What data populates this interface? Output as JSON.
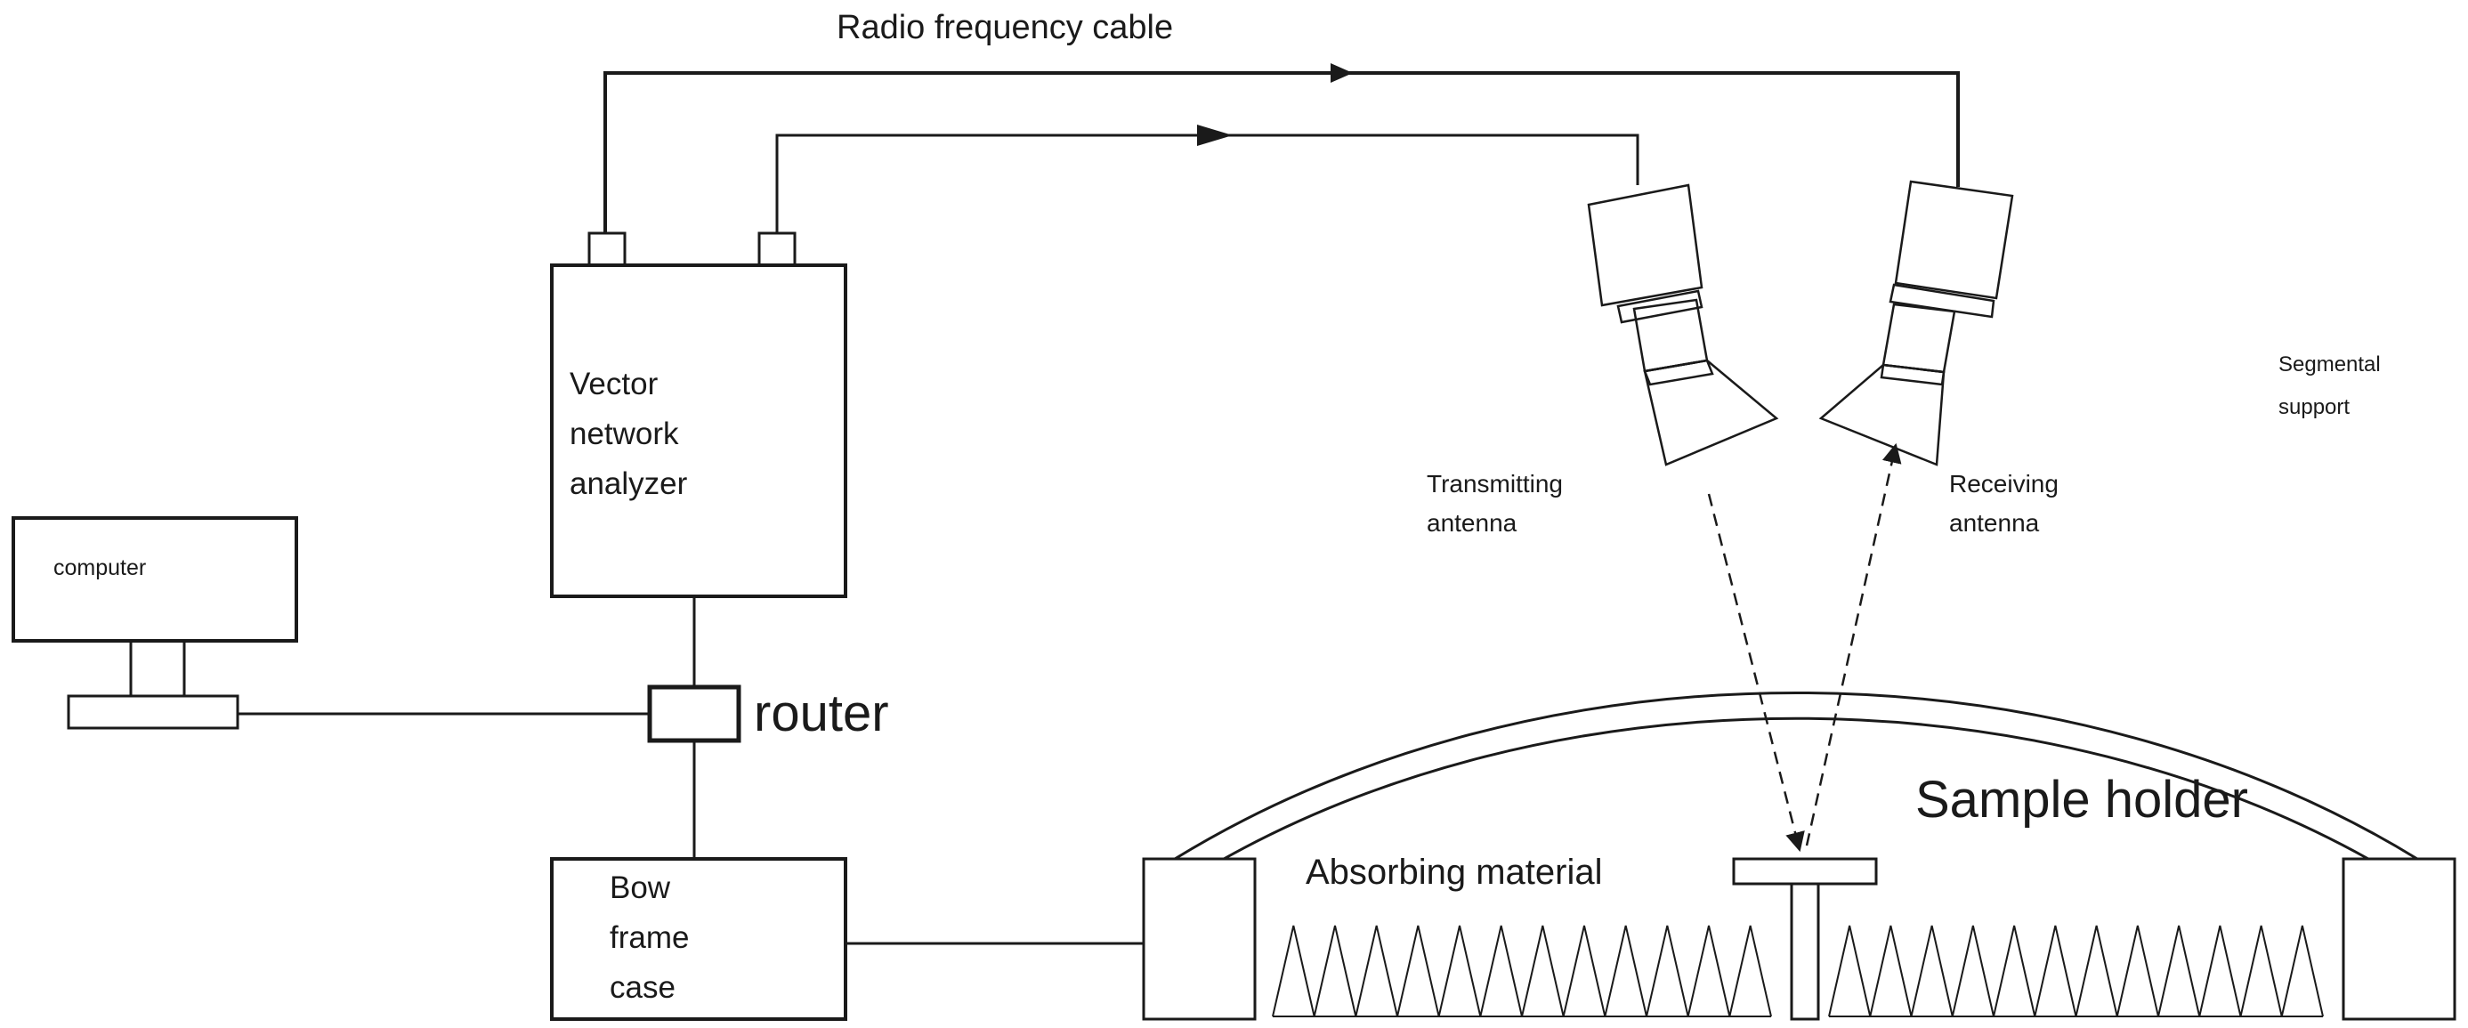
{
  "labels": {
    "rf_cable": "Radio frequency cable",
    "vna": [
      "Vector",
      "network",
      "analyzer"
    ],
    "computer": "computer",
    "router": "router",
    "bow_frame_case": [
      "Bow",
      "frame",
      "case"
    ],
    "transmitting_antenna": [
      "Transmitting",
      "antenna"
    ],
    "receiving_antenna": [
      "Receiving",
      "antenna"
    ],
    "segmental_support": [
      "Segmental",
      "support"
    ],
    "sample_holder": "Sample holder",
    "absorbing_material": "Absorbing material"
  },
  "colors": {
    "stroke": "#1a1a1a",
    "background": "#ffffff",
    "text": "#1a1a1a"
  }
}
